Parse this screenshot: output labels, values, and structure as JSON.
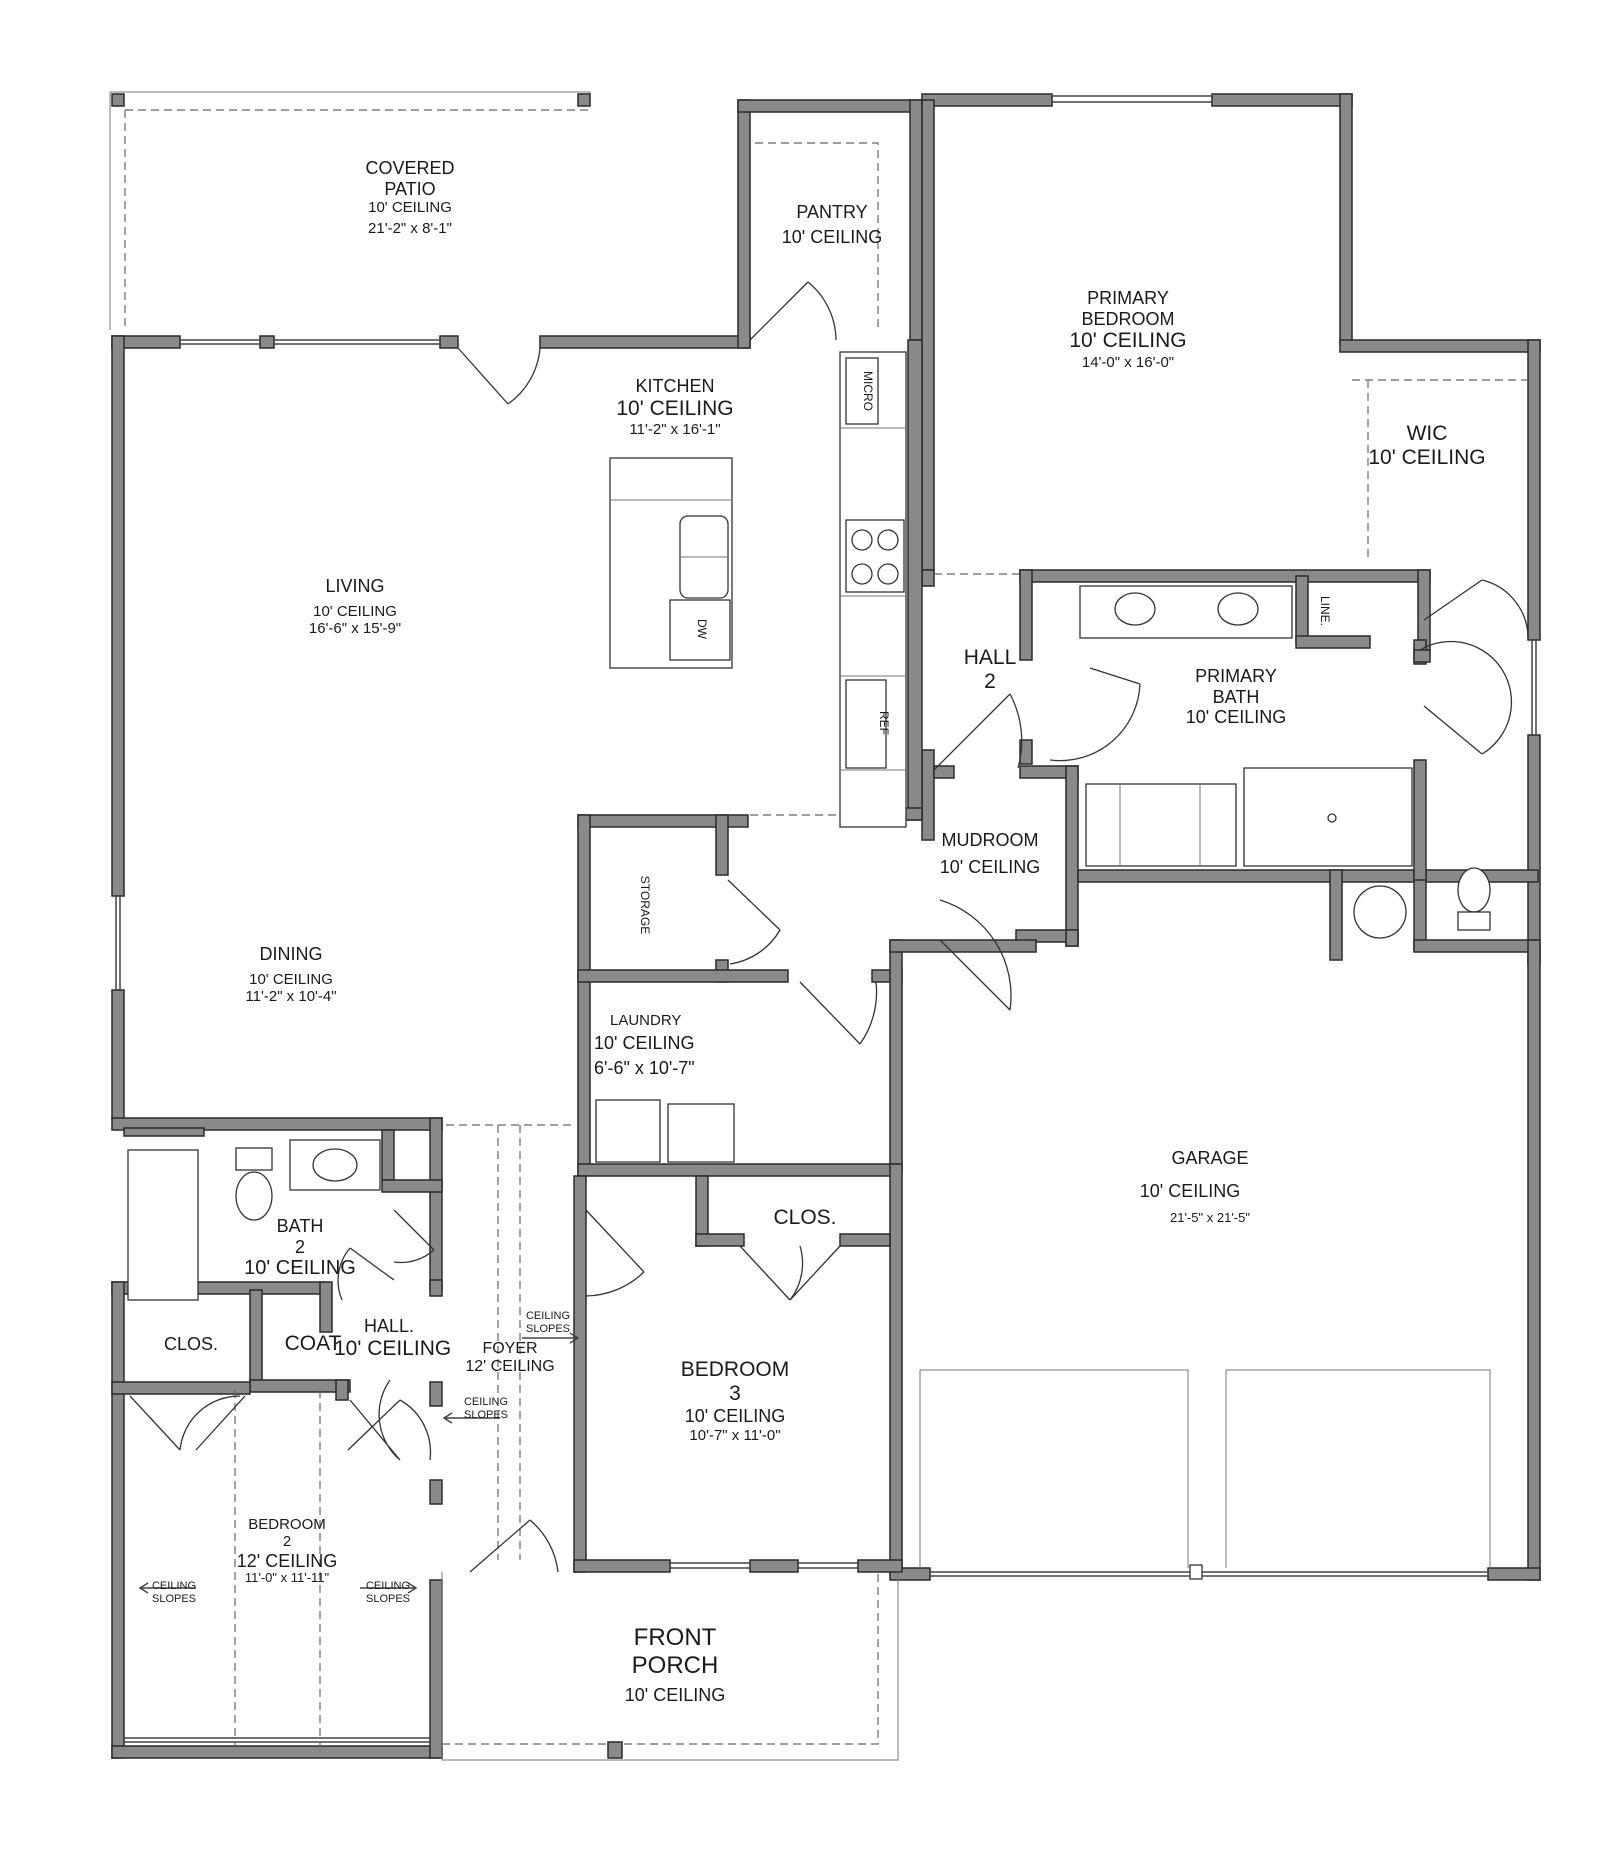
{
  "rooms": {
    "covered_patio": {
      "name1": "COVERED",
      "name2": "PATIO",
      "ceiling": "10' CEILING",
      "size": "21'-2\" x 8'-1\""
    },
    "pantry": {
      "name": "PANTRY",
      "ceiling": "10' CEILING"
    },
    "primary_bedroom": {
      "name1": "PRIMARY",
      "name2": "BEDROOM",
      "ceiling": "10' CEILING",
      "size": "14'-0\" x 16'-0\""
    },
    "kitchen": {
      "name": "KITCHEN",
      "ceiling": "10' CEILING",
      "size": "11'-2\" x 16'-1\""
    },
    "wic": {
      "name": "WIC",
      "ceiling": "10' CEILING"
    },
    "living": {
      "name": "LIVING",
      "ceiling": "10' CEILING",
      "size": "16'-6\" x 15'-9\""
    },
    "hall2": {
      "name1": "HALL",
      "name2": "2"
    },
    "primary_bath": {
      "name1": "PRIMARY",
      "name2": "BATH",
      "ceiling": "10' CEILING"
    },
    "mudroom": {
      "name": "MUDROOM",
      "ceiling": "10' CEILING"
    },
    "dining": {
      "name": "DINING",
      "ceiling": "10' CEILING",
      "size": "11'-2\" x 10'-4\""
    },
    "laundry": {
      "name": "LAUNDRY",
      "ceiling": "10' CEILING",
      "size": "6'-6\" x 10'-7\""
    },
    "garage": {
      "name": "GARAGE",
      "ceiling": "10' CEILING",
      "size": "21'-5\" x 21'-5\""
    },
    "bath2": {
      "name1": "BATH",
      "name2": "2",
      "ceiling": "10' CEILING"
    },
    "clos_bed3": {
      "name": "CLOS."
    },
    "clos_bed2": {
      "name": "CLOS."
    },
    "coat": {
      "name": "COAT"
    },
    "hall": {
      "name": "HALL.",
      "ceiling": "10' CEILING"
    },
    "foyer": {
      "name": "FOYER",
      "ceiling": "12' CEILING"
    },
    "bedroom3": {
      "name1": "BEDROOM",
      "name2": "3",
      "ceiling": "10' CEILING",
      "size": "10'-7\" x 11'-0\""
    },
    "bedroom2": {
      "name1": "BEDROOM",
      "name2": "2",
      "ceiling": "12' CEILING",
      "size": "11'-0\" x 11'-11\""
    },
    "front_porch": {
      "name1": "FRONT",
      "name2": "PORCH",
      "ceiling": "10' CEILING"
    }
  },
  "fixtures": {
    "micro": "MICRO",
    "dw": "DW",
    "ref": "REF",
    "storage": "STORAGE",
    "line": "LINE."
  },
  "notes": {
    "slope1_a": "CEILING",
    "slope1_b": "SLOPES",
    "slope2_a": "CEILING",
    "slope2_b": "SLOPES",
    "slope3_a": "CEILING",
    "slope3_b": "SLOPES",
    "slope4_a": "CEILING",
    "slope4_b": "SLOPES"
  },
  "colors": {
    "wall": "#333333",
    "wall_fill": "#8a8a8a",
    "line": "#555555",
    "background": "#ffffff"
  }
}
